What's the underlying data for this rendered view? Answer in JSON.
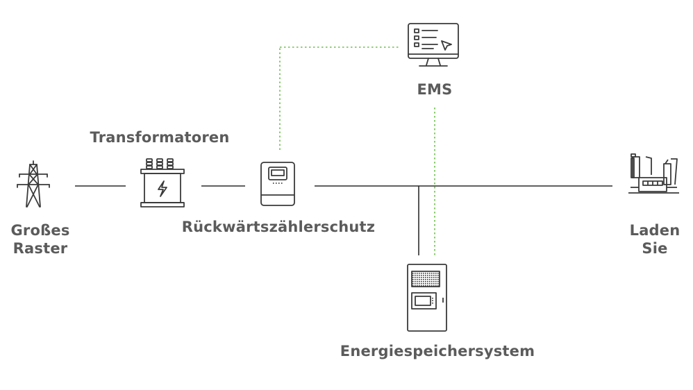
{
  "labels": {
    "ems": "EMS",
    "transformers": "Transformatoren",
    "grid_line1": "Großes",
    "grid_line2": "Raster",
    "reverse_meter": "Rückwärtszählerschutz",
    "load_line1": "Laden",
    "load_line2": "Sie",
    "storage": "Energiespeichersystem"
  },
  "icons": {
    "grid": "power-pylon-icon",
    "transformer": "transformer-icon",
    "meter": "meter-icon",
    "ems": "monitor-icon",
    "storage": "storage-cabinet-icon",
    "load": "factory-icon"
  },
  "colors": {
    "line": "#2b2b2b",
    "communication": "#6cc04a",
    "label": "#5b5b5b",
    "icon": "#3a3a3a"
  }
}
